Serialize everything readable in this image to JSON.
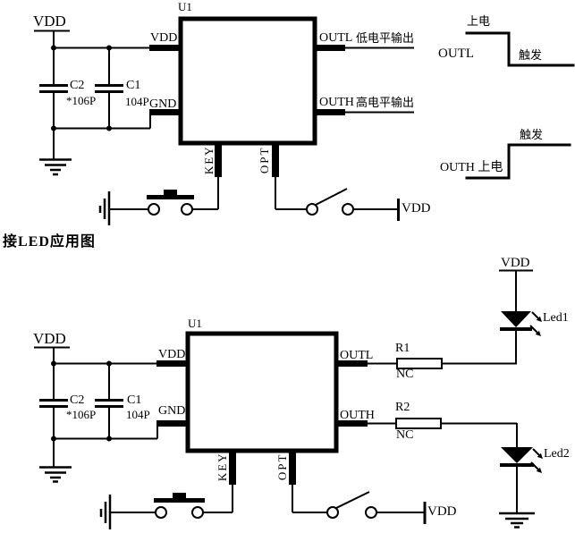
{
  "colors": {
    "ink": "#000000",
    "background": "#ffffff"
  },
  "section_title": "接LED应用图",
  "circuit1": {
    "power_label": "VDD",
    "ic_ref": "U1",
    "pins": {
      "vdd": "VDD",
      "gnd": "GND",
      "outl": "OUTL",
      "outh": "OUTH",
      "key": "KEY",
      "opt": "OPT"
    },
    "c2_ref": "C2",
    "c2_value": "*106P",
    "c1_ref": "C1",
    "c1_value": "104P",
    "outl_note": "低电平输出",
    "outh_note": "高电平输出",
    "opt_supply_label": "VDD"
  },
  "waveforms": {
    "outl_signal": "OUTL",
    "outl_power_on": "上电",
    "outl_trigger": "触发",
    "outh_signal": "OUTH 上电",
    "outh_trigger": "触发"
  },
  "circuit2": {
    "power_label": "VDD",
    "ic_ref": "U1",
    "pins": {
      "vdd": "VDD",
      "gnd": "GND",
      "outl": "OUTL",
      "outh": "OUTH",
      "key": "KEY",
      "opt": "OPT"
    },
    "c2_ref": "C2",
    "c2_value": "*106P",
    "c1_ref": "C1",
    "c1_value": "104P",
    "r1_ref": "R1",
    "r1_value": "NC",
    "r2_ref": "R2",
    "r2_value": "NC",
    "led1_supply": "VDD",
    "led1_label": "Led1",
    "led2_label": "Led2",
    "opt_supply_label": "VDD"
  }
}
